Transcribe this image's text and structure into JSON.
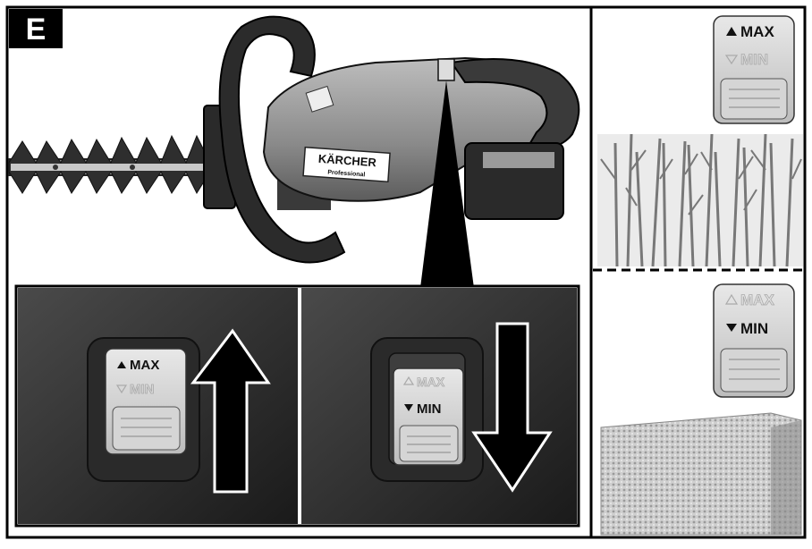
{
  "figure": {
    "panel_label": "E",
    "brand_name": "KÄRCHER",
    "brand_sub": "Professional",
    "switch_max": "MAX",
    "switch_min": "MIN"
  }
}
